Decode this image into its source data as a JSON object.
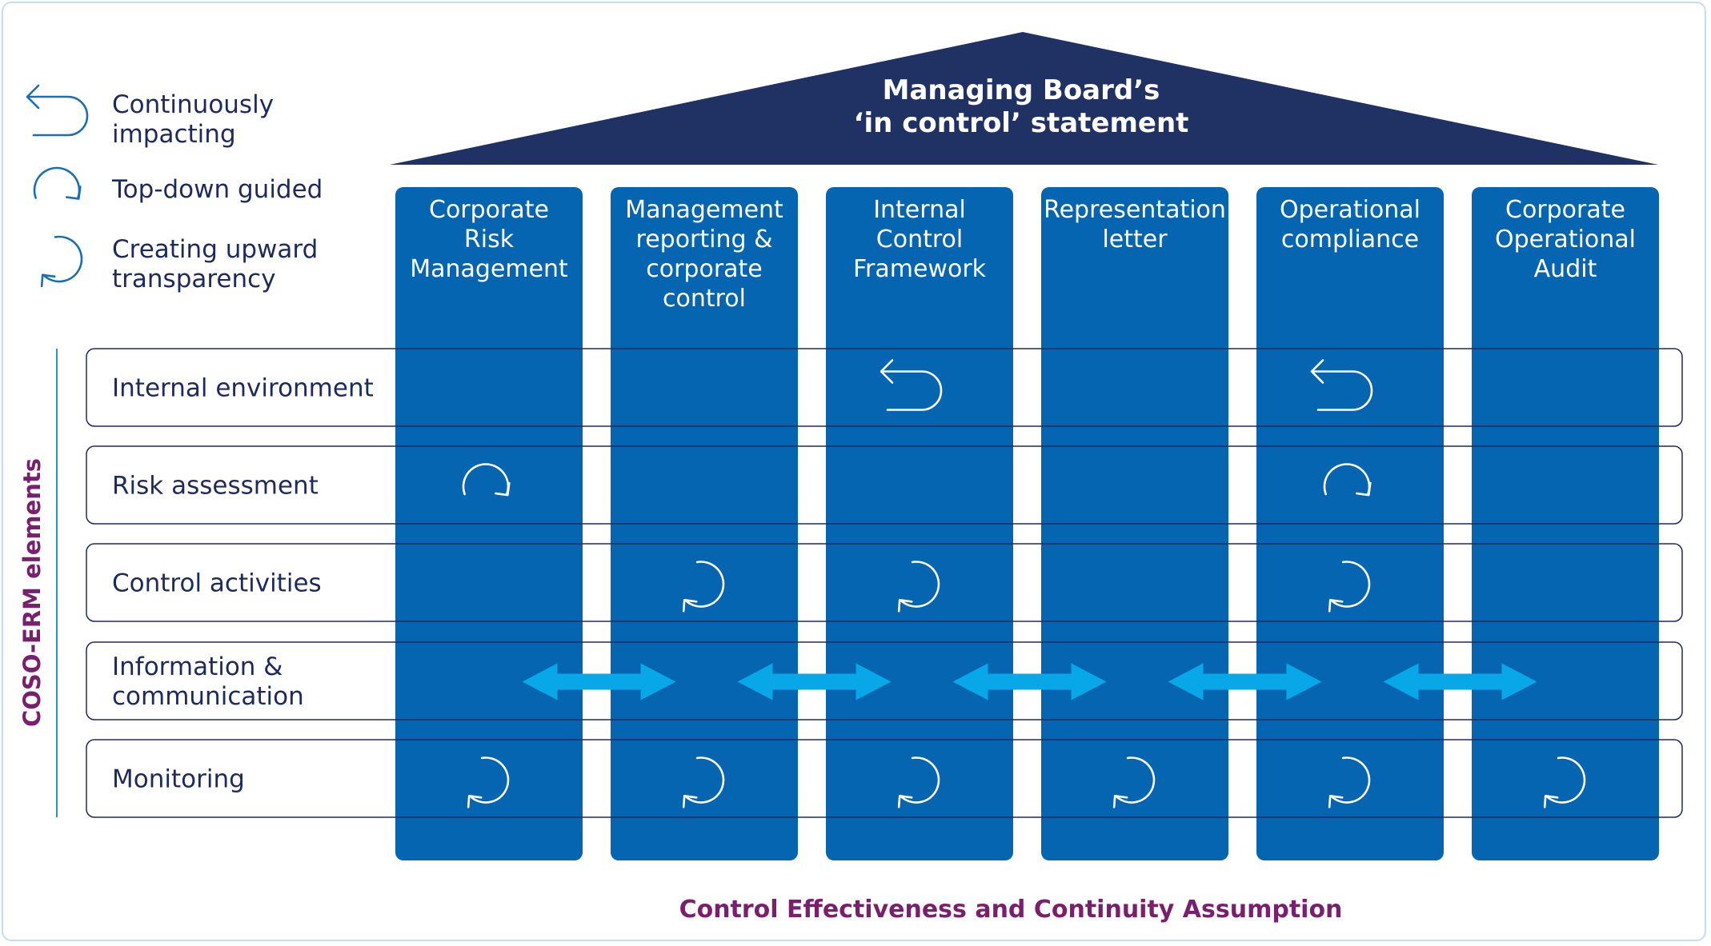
{
  "colors": {
    "roof": "#1f3263",
    "pillar": "#0565b0",
    "row_border": "#1e2a5e",
    "text_dark": "#1e2a5e",
    "accent_purple": "#7a1f6e",
    "arrow_light_blue": "#08a7e8",
    "legend_icon": "#1a6fb4",
    "frame": "#c3def0"
  },
  "legend": [
    {
      "icon": "return-arrow-icon",
      "lines": [
        "Continuously",
        "impacting"
      ]
    },
    {
      "icon": "clockwise-arrow-icon",
      "lines": [
        "Top-down guided"
      ]
    },
    {
      "icon": "counterclockwise-arrow-icon",
      "lines": [
        "Creating upward",
        "transparency"
      ]
    }
  ],
  "roof": {
    "lines": [
      "Managing Board’s",
      "‘in control’ statement"
    ]
  },
  "columns": [
    {
      "lines": [
        "Corporate",
        "Risk",
        "Management"
      ]
    },
    {
      "lines": [
        "Management",
        "reporting &",
        "corporate",
        "control"
      ]
    },
    {
      "lines": [
        "Internal",
        "Control",
        "Framework"
      ]
    },
    {
      "lines": [
        "Representation",
        "letter"
      ]
    },
    {
      "lines": [
        "Operational",
        "compliance"
      ]
    },
    {
      "lines": [
        "Corporate",
        "Operational",
        "Audit"
      ]
    }
  ],
  "rows": [
    {
      "lines": [
        "Internal environment"
      ]
    },
    {
      "lines": [
        "Risk assessment"
      ]
    },
    {
      "lines": [
        "Control activities"
      ]
    },
    {
      "lines": [
        "Information &",
        "communication"
      ]
    },
    {
      "lines": [
        "Monitoring"
      ]
    }
  ],
  "side_label": "COSO-ERM elements",
  "footer": "Control Effectiveness and Continuity Assumption",
  "cell_icons": [
    {
      "row": 0,
      "col": 2,
      "icon": "return-arrow-icon"
    },
    {
      "row": 0,
      "col": 4,
      "icon": "return-arrow-icon"
    },
    {
      "row": 1,
      "col": 0,
      "icon": "clockwise-arrow-icon"
    },
    {
      "row": 1,
      "col": 4,
      "icon": "clockwise-arrow-icon"
    },
    {
      "row": 2,
      "col": 1,
      "icon": "counterclockwise-arrow-icon"
    },
    {
      "row": 2,
      "col": 2,
      "icon": "counterclockwise-arrow-icon"
    },
    {
      "row": 2,
      "col": 4,
      "icon": "counterclockwise-arrow-icon"
    },
    {
      "row": 4,
      "col": 0,
      "icon": "counterclockwise-arrow-icon"
    },
    {
      "row": 4,
      "col": 1,
      "icon": "counterclockwise-arrow-icon"
    },
    {
      "row": 4,
      "col": 2,
      "icon": "counterclockwise-arrow-icon"
    },
    {
      "row": 4,
      "col": 3,
      "icon": "counterclockwise-arrow-icon"
    },
    {
      "row": 4,
      "col": 4,
      "icon": "counterclockwise-arrow-icon"
    },
    {
      "row": 4,
      "col": 5,
      "icon": "counterclockwise-arrow-icon"
    }
  ],
  "connectors": [
    {
      "row": 3,
      "between": [
        0,
        1
      ],
      "icon": "double-arrow-icon"
    },
    {
      "row": 3,
      "between": [
        1,
        2
      ],
      "icon": "double-arrow-icon"
    },
    {
      "row": 3,
      "between": [
        2,
        3
      ],
      "icon": "double-arrow-icon"
    },
    {
      "row": 3,
      "between": [
        3,
        4
      ],
      "icon": "double-arrow-icon"
    },
    {
      "row": 3,
      "between": [
        4,
        5
      ],
      "icon": "double-arrow-icon"
    }
  ]
}
